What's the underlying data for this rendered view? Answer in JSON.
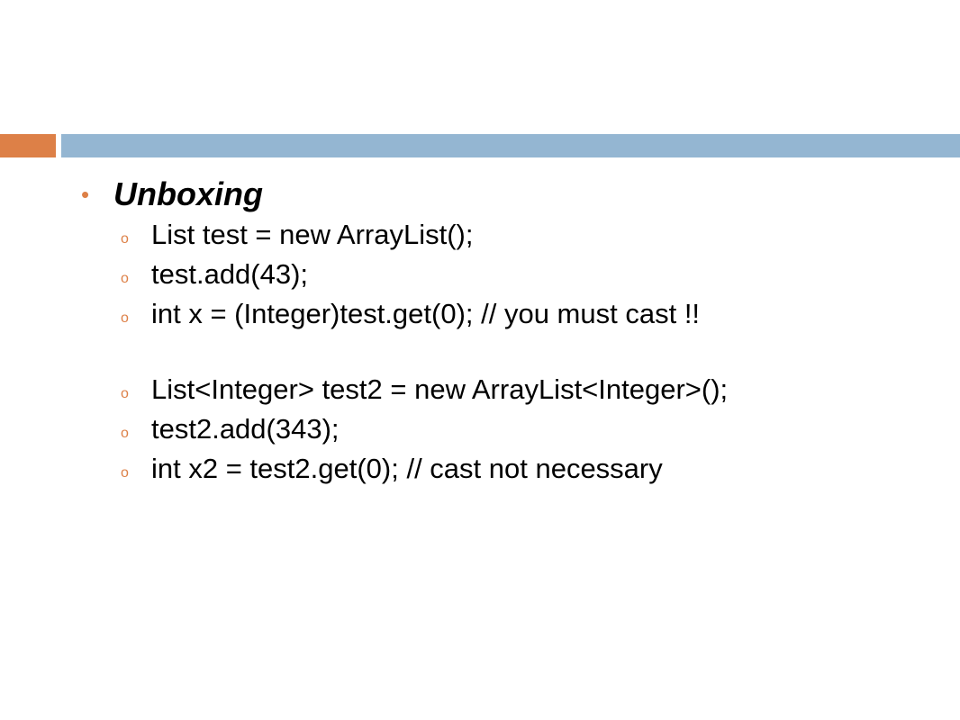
{
  "colors": {
    "accent_orange": "#dd8047",
    "accent_blue": "#94b6d2",
    "text": "#000000"
  },
  "slide": {
    "bullet_marker": "•",
    "heading": "Unboxing",
    "sub_marker": "o",
    "lines": [
      "List test = new ArrayList();",
      "test.add(43);",
      "int x = (Integer)test.get(0); // you must cast !!",
      "List<Integer> test2 = new ArrayList<Integer>();",
      "test2.add(343);",
      "int x2 = test2.get(0); // cast not necessary"
    ]
  }
}
